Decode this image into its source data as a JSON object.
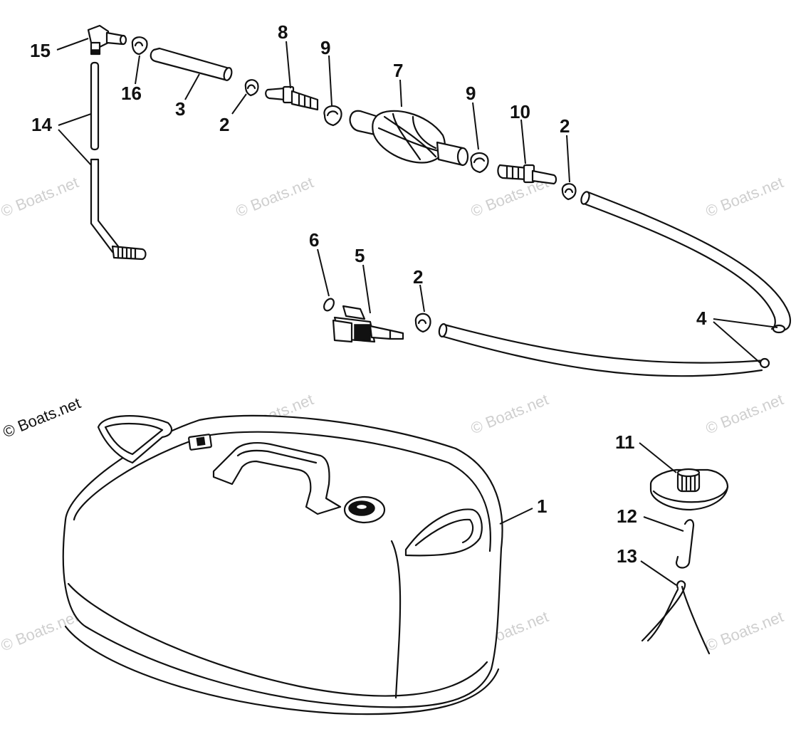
{
  "diagram": {
    "callouts": [
      {
        "id": "c15",
        "text": "15"
      },
      {
        "id": "c16",
        "text": "16"
      },
      {
        "id": "c14",
        "text": "14"
      },
      {
        "id": "c3",
        "text": "3"
      },
      {
        "id": "c2a",
        "text": "2"
      },
      {
        "id": "c8",
        "text": "8"
      },
      {
        "id": "c9a",
        "text": "9"
      },
      {
        "id": "c7",
        "text": "7"
      },
      {
        "id": "c9b",
        "text": "9"
      },
      {
        "id": "c10",
        "text": "10"
      },
      {
        "id": "c2b",
        "text": "2"
      },
      {
        "id": "c6",
        "text": "6"
      },
      {
        "id": "c5",
        "text": "5"
      },
      {
        "id": "c2c",
        "text": "2"
      },
      {
        "id": "c4",
        "text": "4"
      },
      {
        "id": "c11",
        "text": "11"
      },
      {
        "id": "c1",
        "text": "1"
      },
      {
        "id": "c12",
        "text": "12"
      },
      {
        "id": "c13",
        "text": "13"
      }
    ],
    "watermarks": {
      "corner": "© Boats.net",
      "tile": "© Boats.net"
    },
    "colors": {
      "line": "#111111",
      "watermark": "#cfcfcf",
      "background": "#ffffff"
    }
  }
}
